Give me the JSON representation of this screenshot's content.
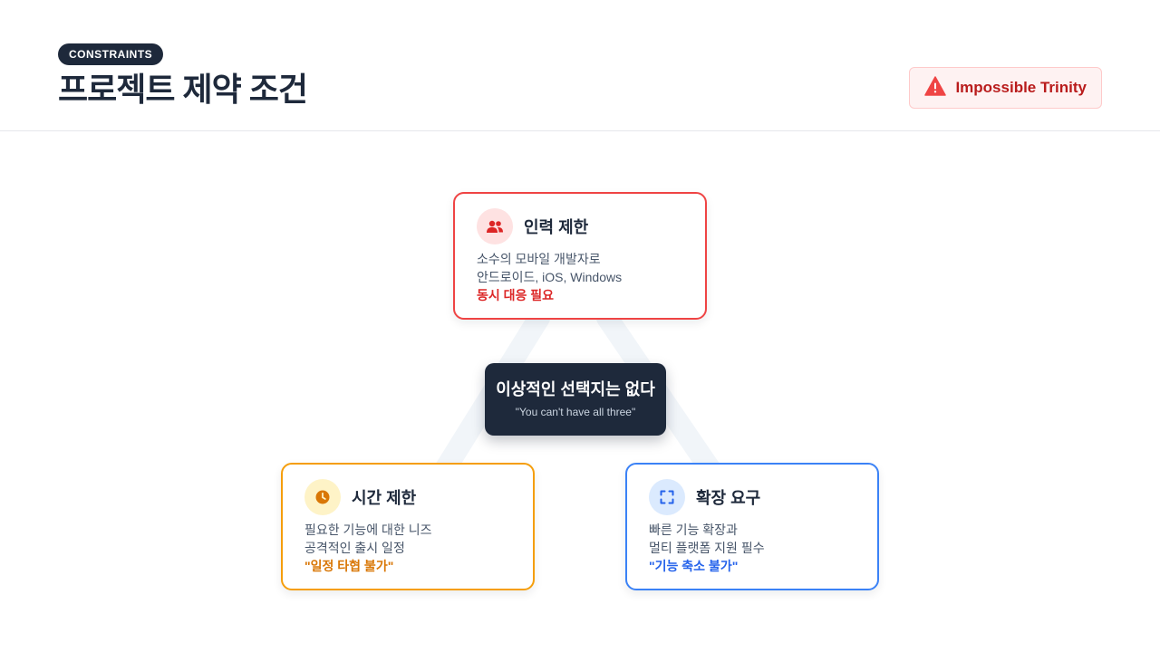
{
  "header": {
    "tag": "CONSTRAINTS",
    "title": "프로젝트 제약 조건",
    "badge": {
      "label": "Impossible Trinity",
      "icon": "warning-icon",
      "color": "#b91c1c"
    }
  },
  "diagram": {
    "center": {
      "title": "이상적인 선택지는 없다",
      "subtitle": "\"You can't have all three\""
    },
    "nodes": {
      "top": {
        "title": "인력 제한",
        "icon": "users-icon",
        "accent": "#ef4444",
        "lines": [
          "소수의 모바일 개발자로",
          "안드로이드, iOS, Windows"
        ],
        "emphasis": "동시 대응 필요"
      },
      "left": {
        "title": "시간 제한",
        "icon": "clock-icon",
        "accent": "#f59e0b",
        "lines": [
          "필요한 기능에 대한 니즈",
          "공격적인 출시 일정"
        ],
        "emphasis": "\"일정 타협 불가\""
      },
      "right": {
        "title": "확장 요구",
        "icon": "expand-icon",
        "accent": "#3b82f6",
        "lines": [
          "빠른 기능 확장과",
          "멀티 플랫폼 지원 필수"
        ],
        "emphasis": "\"기능 축소 불가\""
      }
    }
  }
}
